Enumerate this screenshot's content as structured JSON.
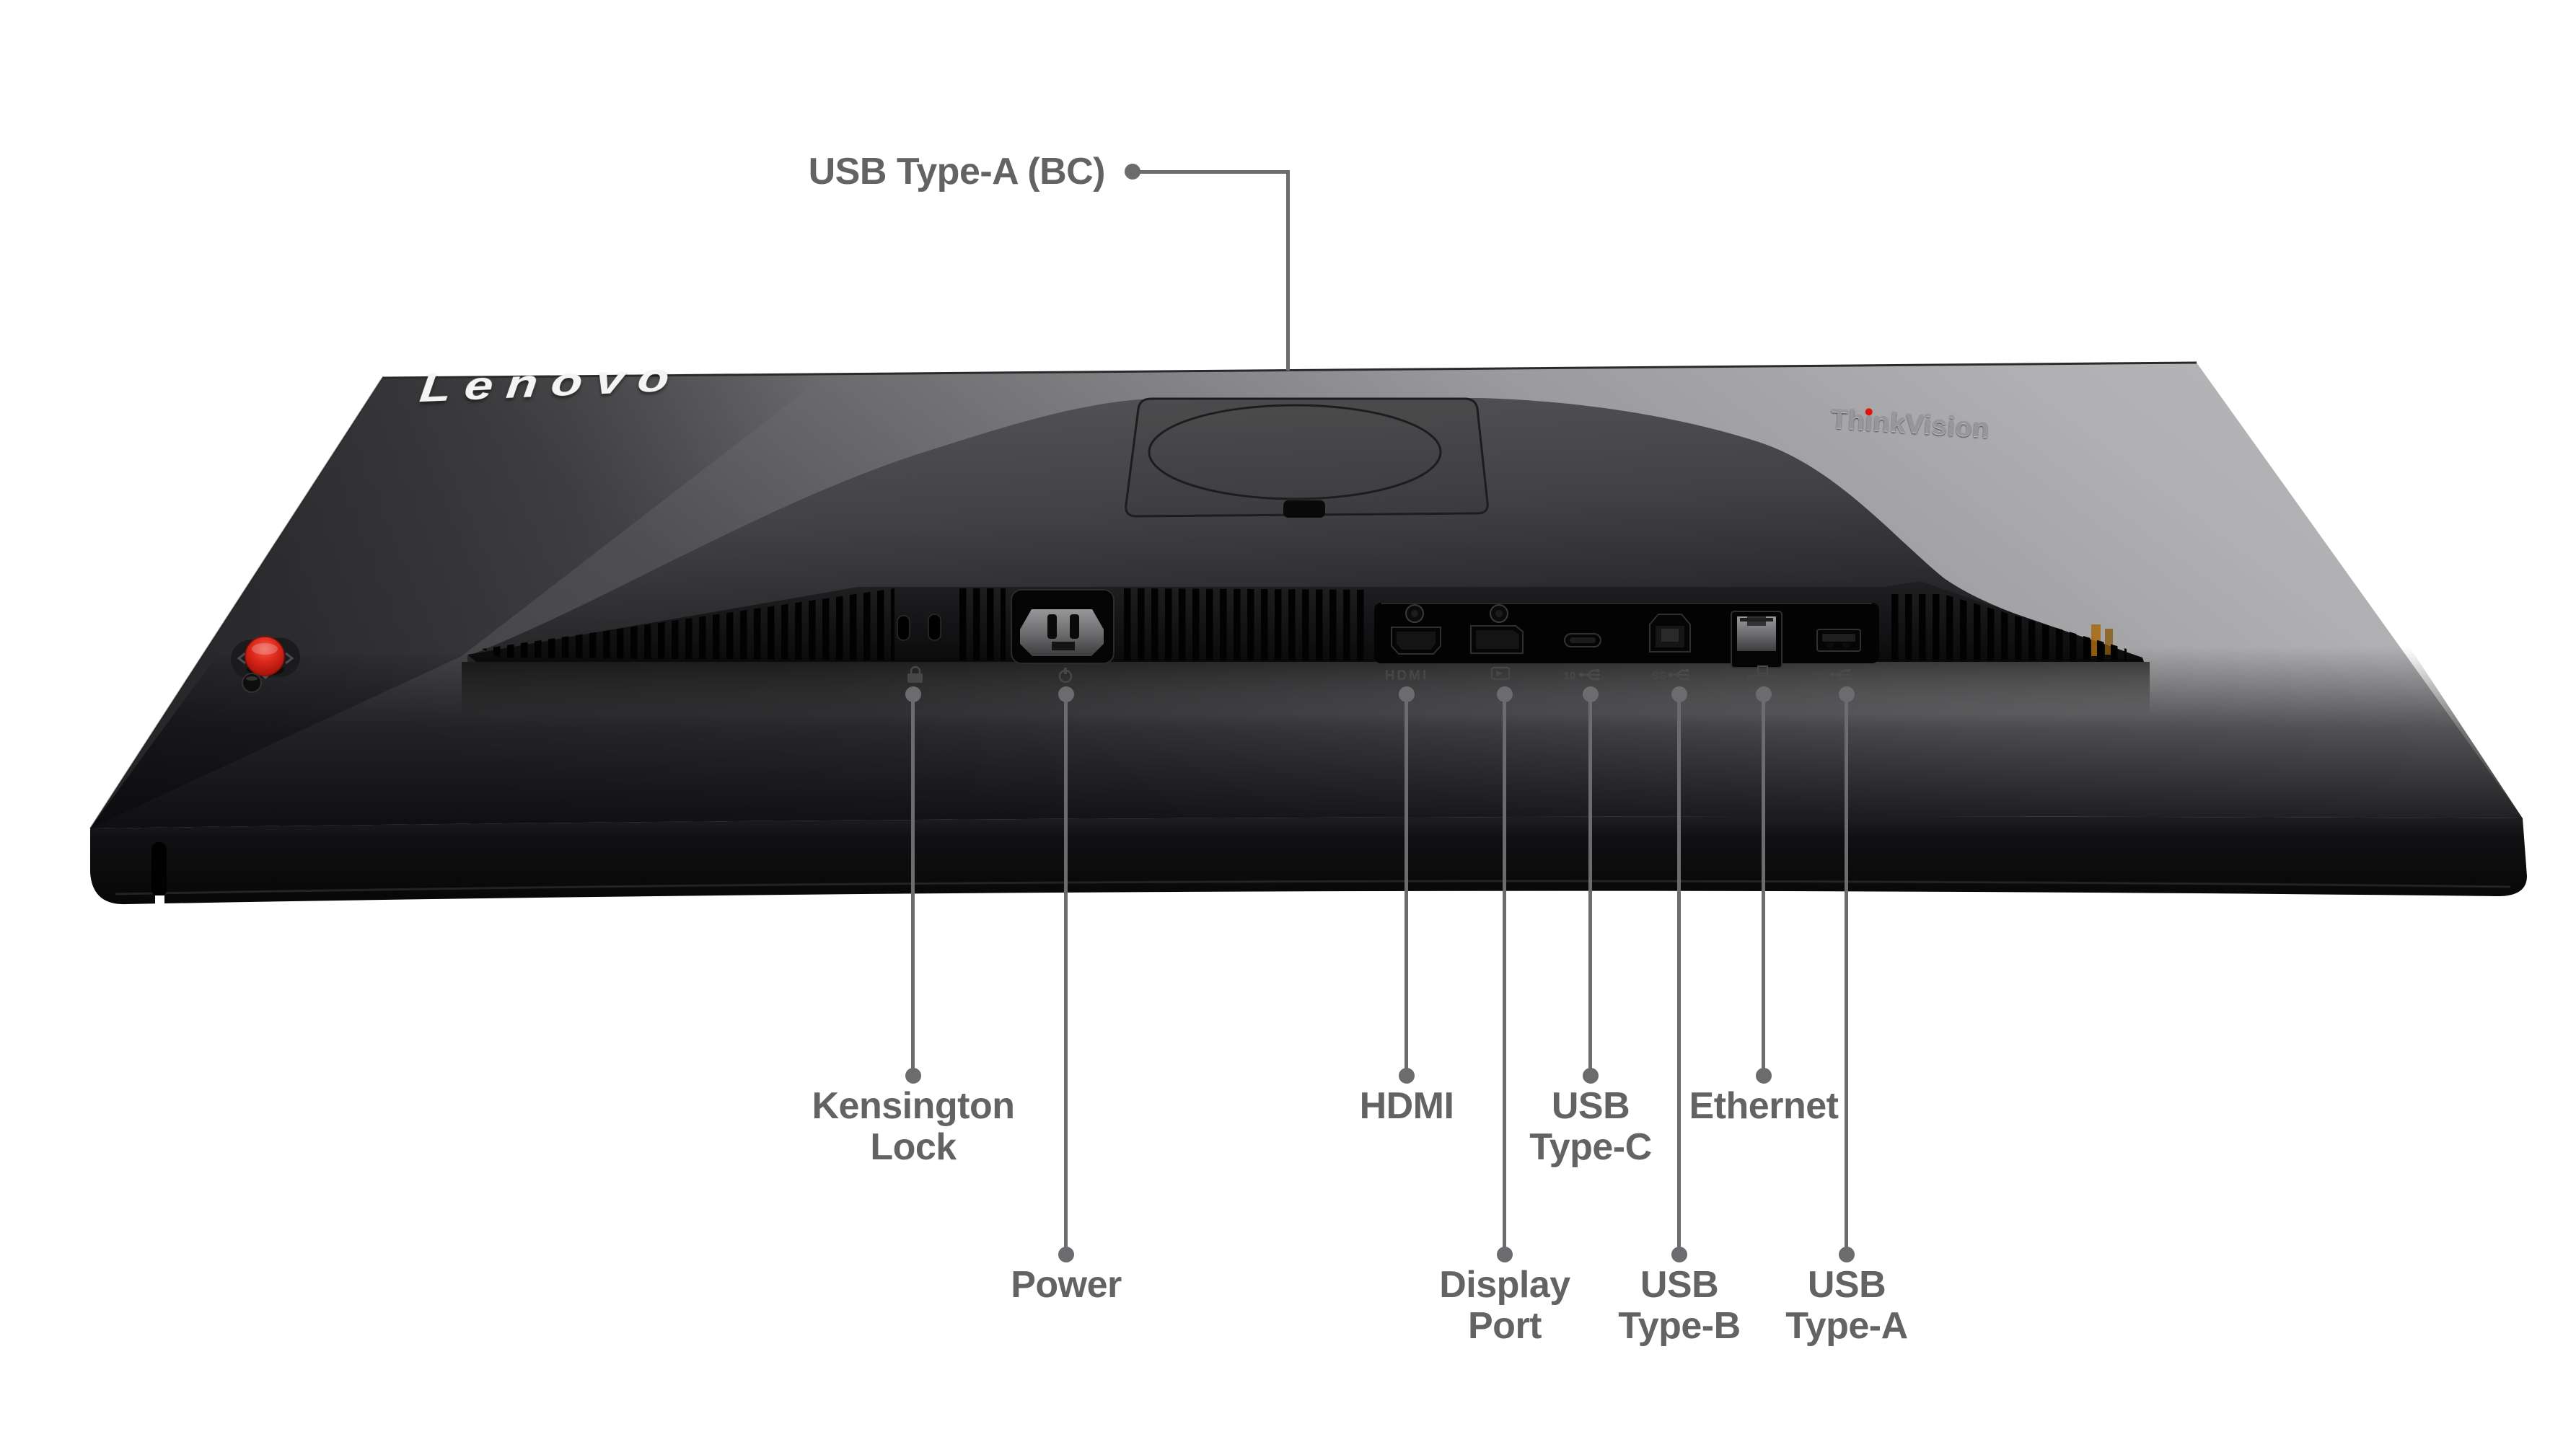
{
  "page": {
    "background": "#ffffff"
  },
  "branding": {
    "lenovo_logo": "Lenovo",
    "thinkvision_logo": "ThinkVision",
    "thinkvision_dot_color": "#e1140a"
  },
  "callouts": {
    "line_color": "#6c6c6e",
    "text_color": "#636365",
    "top": {
      "label": "USB Type-A (BC)"
    },
    "bottom": [
      {
        "id": "kensington-lock",
        "lines": [
          "Kensington",
          "Lock"
        ]
      },
      {
        "id": "power",
        "lines": [
          "Power"
        ]
      },
      {
        "id": "hdmi",
        "lines": [
          "HDMI"
        ]
      },
      {
        "id": "display-port",
        "lines": [
          "Display",
          "Port"
        ]
      },
      {
        "id": "usb-type-c",
        "lines": [
          "USB",
          "Type-C"
        ]
      },
      {
        "id": "usb-type-b",
        "lines": [
          "USB",
          "Type-B"
        ]
      },
      {
        "id": "ethernet",
        "lines": [
          "Ethernet"
        ]
      },
      {
        "id": "usb-type-a",
        "lines": [
          "USB",
          "Type-A"
        ]
      }
    ]
  },
  "port_prints": {
    "hdmi": "HDMI",
    "usb_c_speed": "10",
    "usb_b_speed": "SS",
    "usb_a_speed": "SS"
  },
  "icons": [
    "kensington-lock-print-icon",
    "power-print-icon",
    "displayport-print-icon",
    "usb-trident-print-icon",
    "ethernet-print-icon"
  ],
  "hardware_colors": {
    "power_button_red": "#d6271c",
    "panel_black": "#121214",
    "vent_black": "#020203",
    "sticker_orange": "#a8690f"
  }
}
